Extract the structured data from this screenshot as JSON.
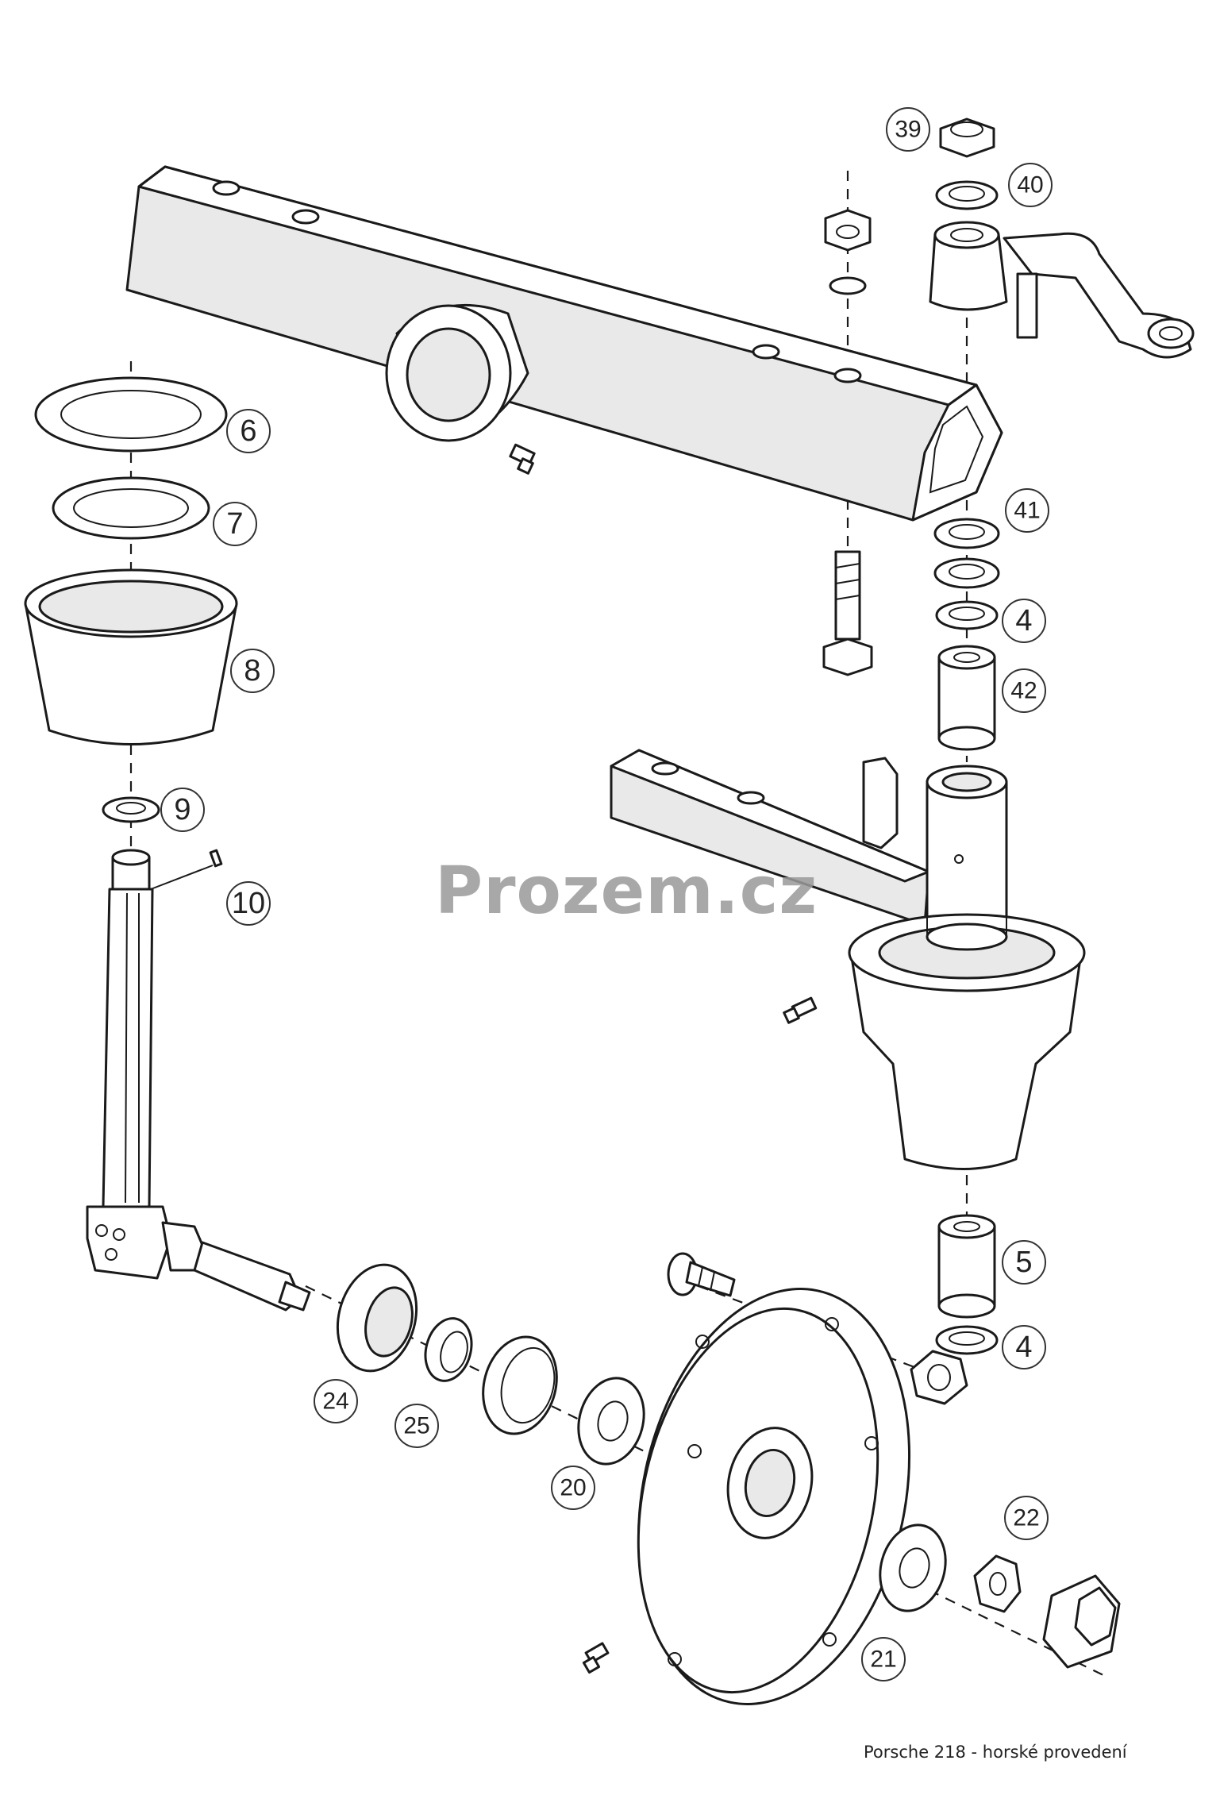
{
  "watermark": "Prozem.cz",
  "caption": "Porsche 218 - horské provedení",
  "callouts": [
    {
      "id": "39",
      "label": "39"
    },
    {
      "id": "40",
      "label": "40"
    },
    {
      "id": "6",
      "label": "6"
    },
    {
      "id": "7",
      "label": "7"
    },
    {
      "id": "41",
      "label": "41"
    },
    {
      "id": "4a",
      "label": "4"
    },
    {
      "id": "8",
      "label": "8"
    },
    {
      "id": "42",
      "label": "42"
    },
    {
      "id": "9",
      "label": "9"
    },
    {
      "id": "10",
      "label": "10"
    },
    {
      "id": "5",
      "label": "5"
    },
    {
      "id": "4b",
      "label": "4"
    },
    {
      "id": "24",
      "label": "24"
    },
    {
      "id": "25",
      "label": "25"
    },
    {
      "id": "20",
      "label": "20"
    },
    {
      "id": "22",
      "label": "22"
    },
    {
      "id": "21",
      "label": "21"
    }
  ]
}
